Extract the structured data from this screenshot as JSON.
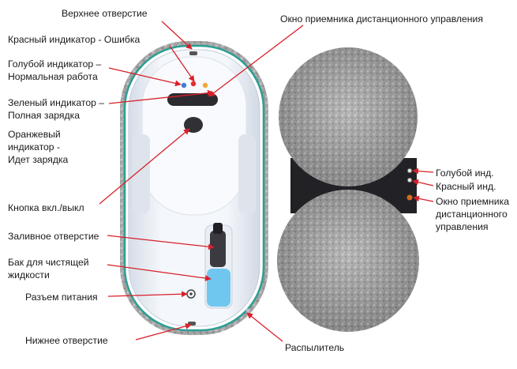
{
  "labels": {
    "top_hole": "Верхнее отверстие",
    "red_indicator": "Красный индикатор - Ошибка",
    "blue_indicator": [
      "Голубой индикатор –",
      "Нормальная работа"
    ],
    "green_indicator": [
      "Зеленый индикатор –",
      "Полная зарядка"
    ],
    "orange_indicator": [
      "Оранжевый",
      "индикатор -",
      "Идет зарядка"
    ],
    "power_button": "Кнопка вкл./выкл",
    "fill_hole": "Заливное отверстие",
    "tank": [
      "Бак для чистящей",
      "жидкости"
    ],
    "power_jack": "Разъем питания",
    "bottom_hole": "Нижнее отверстие",
    "remote_window": "Окно приемника дистанционного управления",
    "sprayer": "Распылитель",
    "right_blue": "Голубой инд.",
    "right_red": "Красный инд.",
    "right_remote": [
      "Окно приемника",
      "дистанционного",
      "управления"
    ]
  },
  "colors": {
    "arrow": "#d8202a",
    "rim": "#2b9e94",
    "mop": "#9a9a9a",
    "body": "#eef2f8",
    "tank_water": "#6fc6ef",
    "led_blue": "#3d7bd9",
    "led_red": "#e03030",
    "led_orange": "#f2a43a"
  }
}
